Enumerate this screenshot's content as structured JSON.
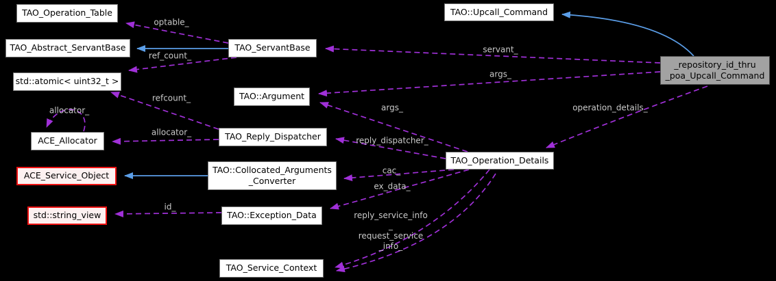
{
  "diagram": {
    "kind": "doxygen-collaboration-graph",
    "colors": {
      "background": "#000000",
      "usage_edge": "#a030d8",
      "inheritance_edge": "#5b9ee8",
      "node_fill": "#ffffff",
      "node_border": "#757575",
      "highlight_node_fill": "#a2a2a2",
      "red_node_border": "#ee1212",
      "red_node_fill": "#fdf1f1",
      "edge_label_color": "#c9c9c9"
    },
    "nodes": [
      {
        "id": "TAO_Operation_Table",
        "label": "TAO_Operation_Table"
      },
      {
        "id": "TAO_Abstract_ServantBase",
        "label": "TAO_Abstract_ServantBase"
      },
      {
        "id": "std_atomic_uint32",
        "label": "std::atomic< uint32_t >"
      },
      {
        "id": "ACE_Allocator",
        "label": "ACE_Allocator"
      },
      {
        "id": "ACE_Service_Object",
        "label": "ACE_Service_Object"
      },
      {
        "id": "std_string_view",
        "label": "std::string_view"
      },
      {
        "id": "TAO_ServantBase",
        "label": "TAO_ServantBase"
      },
      {
        "id": "TAO_Argument",
        "label": "TAO::Argument"
      },
      {
        "id": "TAO_Reply_Dispatcher",
        "label": "TAO_Reply_Dispatcher"
      },
      {
        "id": "TAO_Collocated_Arguments_Converter",
        "label": "TAO::Collocated_Arguments\n_Converter"
      },
      {
        "id": "TAO_Exception_Data",
        "label": "TAO::Exception_Data"
      },
      {
        "id": "TAO_Service_Context",
        "label": "TAO_Service_Context"
      },
      {
        "id": "TAO_Upcall_Command",
        "label": "TAO::Upcall_Command"
      },
      {
        "id": "TAO_Operation_Details",
        "label": "TAO_Operation_Details"
      },
      {
        "id": "repository_id_thru_poa_Upcall_Command",
        "label": "_repository_id_thru\n_poa_Upcall_Command"
      }
    ],
    "edges": [
      {
        "from": "TAO_ServantBase",
        "to": "TAO_Operation_Table",
        "type": "usage",
        "label": "optable_"
      },
      {
        "from": "TAO_ServantBase",
        "to": "TAO_Abstract_ServantBase",
        "type": "inheritance",
        "label": ""
      },
      {
        "from": "TAO_ServantBase",
        "to": "std_atomic_uint32",
        "type": "usage",
        "label": "ref_count_"
      },
      {
        "from": "TAO_Reply_Dispatcher",
        "to": "std_atomic_uint32",
        "type": "usage",
        "label": "refcount_"
      },
      {
        "from": "ACE_Allocator",
        "to": "ACE_Allocator",
        "type": "usage",
        "label": "allocator_"
      },
      {
        "from": "TAO_Reply_Dispatcher",
        "to": "ACE_Allocator",
        "type": "usage",
        "label": "allocator_"
      },
      {
        "from": "TAO_Collocated_Arguments_Converter",
        "to": "ACE_Service_Object",
        "type": "inheritance",
        "label": ""
      },
      {
        "from": "TAO_Exception_Data",
        "to": "std_string_view",
        "type": "usage",
        "label": "id_"
      },
      {
        "from": "repository_id_thru_poa_Upcall_Command",
        "to": "TAO_Upcall_Command",
        "type": "inheritance",
        "label": ""
      },
      {
        "from": "repository_id_thru_poa_Upcall_Command",
        "to": "TAO_ServantBase",
        "type": "usage",
        "label": "servant_"
      },
      {
        "from": "repository_id_thru_poa_Upcall_Command",
        "to": "TAO_Argument",
        "type": "usage",
        "label": "args_"
      },
      {
        "from": "repository_id_thru_poa_Upcall_Command",
        "to": "TAO_Operation_Details",
        "type": "usage",
        "label": "operation_details_"
      },
      {
        "from": "TAO_Operation_Details",
        "to": "TAO_Argument",
        "type": "usage",
        "label": "args_"
      },
      {
        "from": "TAO_Operation_Details",
        "to": "TAO_Reply_Dispatcher",
        "type": "usage",
        "label": "reply_dispatcher_"
      },
      {
        "from": "TAO_Operation_Details",
        "to": "TAO_Collocated_Arguments_Converter",
        "type": "usage",
        "label": "cac_"
      },
      {
        "from": "TAO_Operation_Details",
        "to": "TAO_Exception_Data",
        "type": "usage",
        "label": "ex_data_"
      },
      {
        "from": "TAO_Operation_Details",
        "to": "TAO_Service_Context",
        "type": "usage",
        "label": "reply_service_info\n_\nrequest_service\n_info_"
      }
    ]
  }
}
